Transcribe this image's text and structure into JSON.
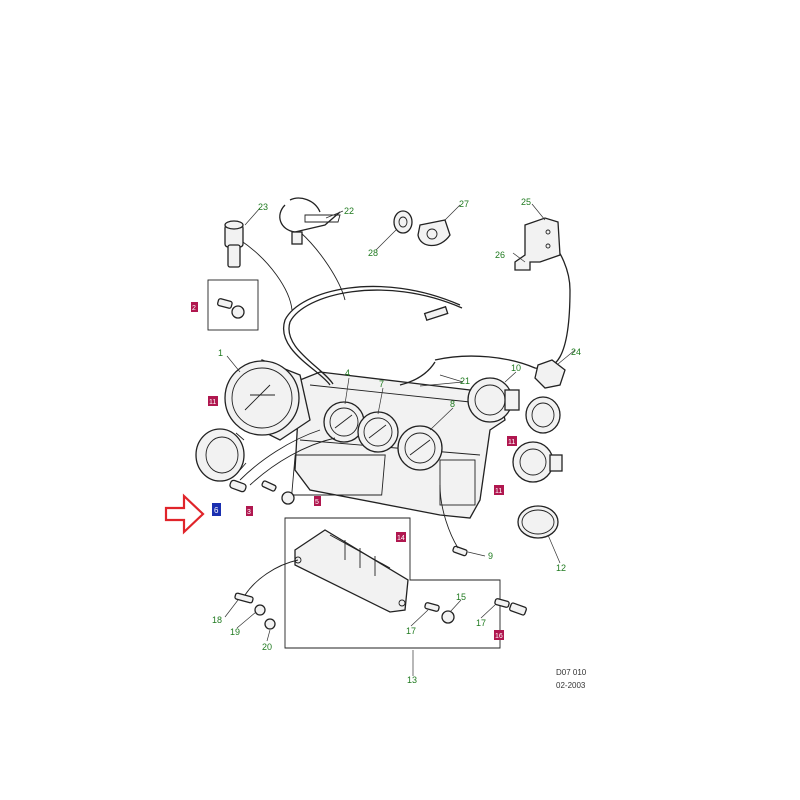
{
  "callouts": {
    "c1": "1",
    "c4": "4",
    "c7": "7",
    "c8": "8",
    "c9": "9",
    "c10": "10",
    "c12": "12",
    "c13": "13",
    "c15": "15",
    "c17a": "17",
    "c17b": "17",
    "c18": "18",
    "c19": "19",
    "c20": "20",
    "c21": "21",
    "c22": "22",
    "c23": "23",
    "c24": "24",
    "c25": "25",
    "c26": "26",
    "c27": "27",
    "c28": "28"
  },
  "highlight_labels": {
    "m1": "2",
    "m2": "11",
    "m3": "11",
    "m4": "3",
    "m5": "5",
    "m6": "14",
    "m7": "16",
    "m8": "11"
  },
  "selected_label": "6",
  "reference": {
    "code": "D07 010",
    "date": "02-2003"
  },
  "colors": {
    "callout_text": "#1f7a1f",
    "highlight_box": "#b0174f",
    "selected_box": "#1a2fb0",
    "arrow": "#e0242a"
  }
}
